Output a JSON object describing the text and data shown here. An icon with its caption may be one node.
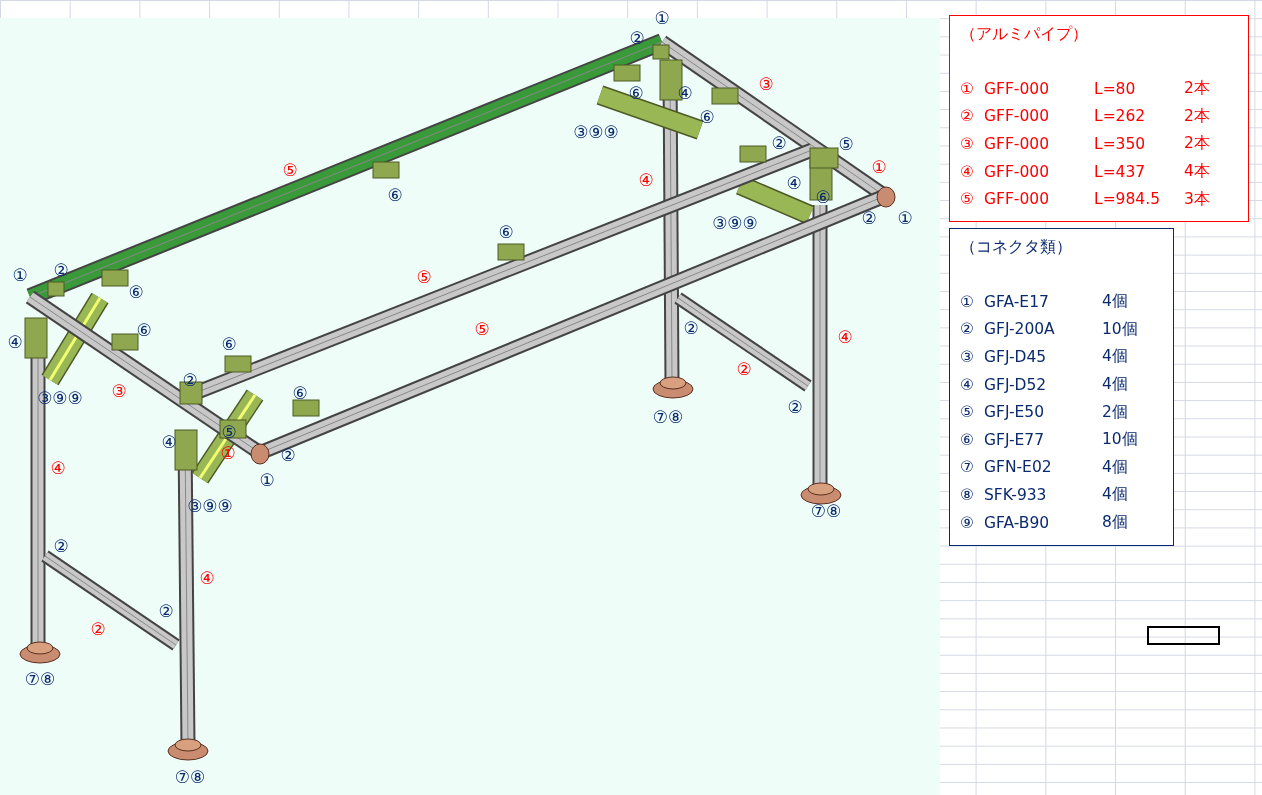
{
  "diagram": {
    "nodes": [
      {
        "text": [
          "（アルミパイプ）",
          "①",
          "GFF-000",
          "L=80",
          "2本",
          "②",
          "GFF-000",
          "L=262",
          "2本",
          "③",
          "GFF-000",
          "L=350",
          "2本",
          "④",
          "GFF-000",
          "L=437",
          "4本",
          "⑤",
          "GFF-000",
          "L=984.5",
          "3本"
        ]
      },
      {
        "text": [
          "（コネクタ類）",
          "①",
          "GFA-E17",
          "4個",
          "②",
          "GFJ-200A",
          "10個",
          "③",
          "GFJ-D45",
          "4個",
          "④",
          "GFJ-D52",
          "4個",
          "⑤",
          "GFJ-E50",
          "2個",
          "⑥",
          "GFJ-E77",
          "10個",
          "⑦",
          "GFN-E02",
          "4個",
          "⑧",
          "SFK-933",
          "4個",
          "⑨",
          "GFA-B90",
          "8個"
        ]
      }
    ],
    "labels": [
      "①",
      "②",
      "③",
      "⑥",
      "④",
      "⑥",
      "③⑨⑨",
      "②",
      "⑤",
      "①",
      "⑤",
      "④",
      "④",
      "⑥",
      "⑥",
      "②",
      "①",
      "③⑨⑨",
      "⑥",
      "②",
      "①",
      "⑤",
      "⑥",
      "②",
      "⑤",
      "⑥",
      "④",
      "④",
      "⑥",
      "②",
      "②",
      "③",
      "⑥",
      "③⑨⑨",
      "②",
      "⑦⑧",
      "⑤",
      "④",
      "①",
      "②",
      "④",
      "①",
      "③⑨⑨",
      "⑦⑧",
      "②",
      "④",
      "②",
      "②",
      "⑦⑧",
      "⑦⑧"
    ]
  }
}
